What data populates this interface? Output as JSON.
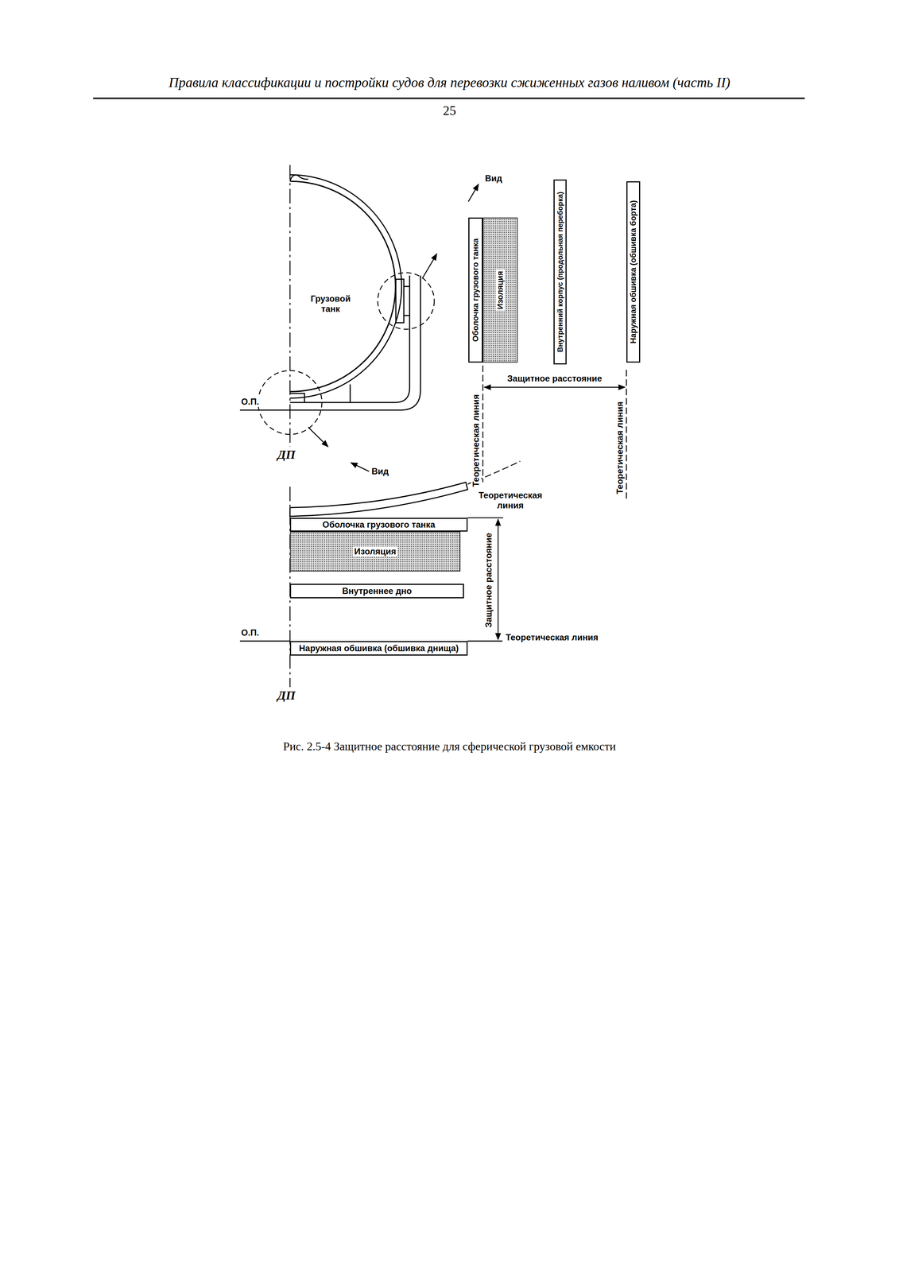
{
  "diagram": {
    "title": "Правила классификации и постройки судов для перевозки сжиженных газов наливом (часть II)",
    "caption": "Рис. 2.5-4 Защитное расстояние для сферической грузовой емкости",
    "nodes": [
      {
        "text": [
          "Грузовой танк"
        ]
      },
      {
        "text": [
          "Оболочка грузового танка"
        ]
      },
      {
        "text": [
          "Изоляция"
        ]
      },
      {
        "text": [
          "Внутренний корпус (продольная переборка)"
        ]
      },
      {
        "text": [
          "Наружная обшивка (обшивка борта)"
        ]
      },
      {
        "text": [
          "Оболочка грузового танка"
        ]
      },
      {
        "text": [
          "Изоляция"
        ]
      },
      {
        "text": [
          "Внутреннее дно"
        ]
      },
      {
        "text": [
          "Наружная обшивка (обшивка днища)"
        ]
      }
    ],
    "labels": [
      "25",
      "Вид",
      "О.П.",
      "ДП",
      "Вид",
      "Защитное расстояние",
      "Теоретическая линия",
      "Теоретическая линия",
      "Теоретическая линия",
      "Защитное расстояние",
      "О.П.",
      "Теоретическая линия",
      "ДП"
    ]
  }
}
